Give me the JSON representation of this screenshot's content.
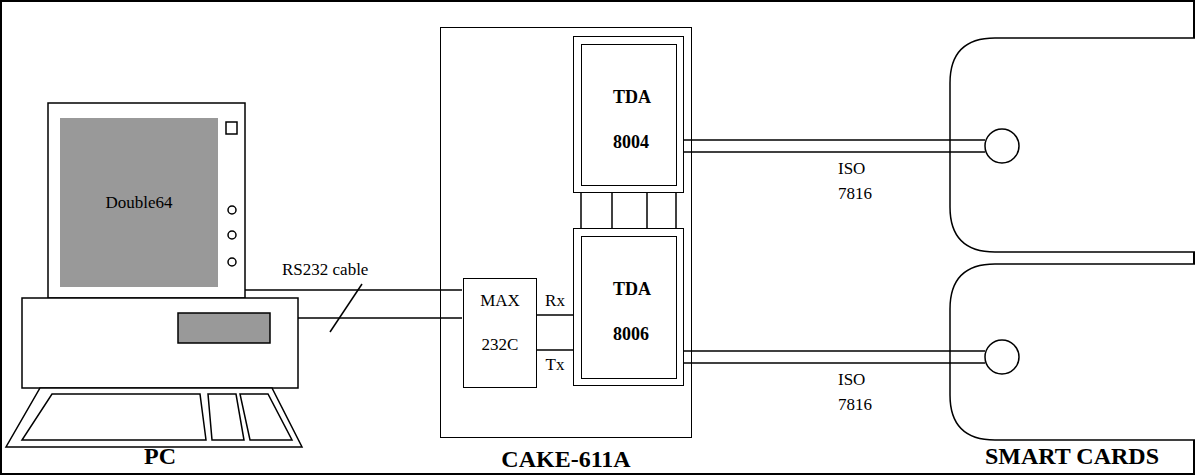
{
  "diagram": {
    "nodes": [
      {
        "text": [
          "CAKE-611A"
        ]
      },
      {
        "text": [
          "MAX 232C"
        ],
        "in": 0
      },
      {
        "text": [
          "TDA 8004"
        ],
        "in": 0
      },
      {
        "text": [
          "TDA 8006"
        ],
        "in": 0
      },
      {
        "text": [
          "Double64"
        ]
      }
    ],
    "edges": [
      {
        "from": 1,
        "to": 3,
        "label": "Rx",
        "arrow": "none"
      },
      {
        "from": 1,
        "to": 3,
        "label": "Tx",
        "arrow": "none"
      },
      {
        "from": 2,
        "to": 3,
        "arrow": "none"
      },
      {
        "from": 2,
        "to": 3,
        "arrow": "none"
      },
      {
        "from": 2,
        "to": 3,
        "arrow": "none"
      },
      {
        "from": 2,
        "to": 3,
        "arrow": "none"
      }
    ],
    "labels": [
      "PC",
      "RS232 cable",
      "ISO 7816",
      "ISO 7816",
      "SMART CARDS"
    ]
  }
}
